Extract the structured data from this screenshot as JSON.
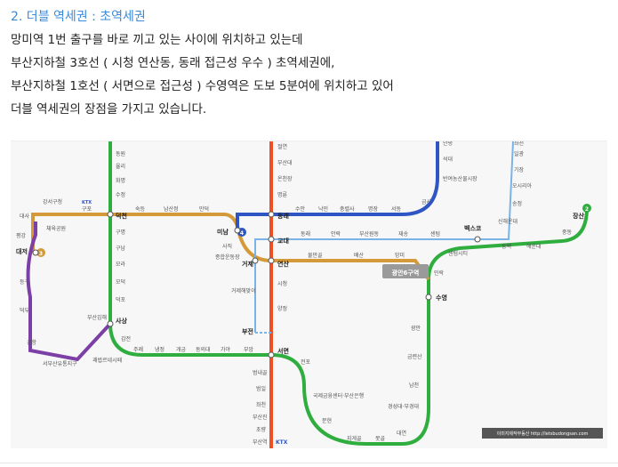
{
  "article": {
    "heading": "2. 더블 역세권 : 초역세권",
    "lines": [
      "망미역 1번 출구를 바로 끼고 있는 사이에 위치하고 있는데",
      "부산지하철 3호선 ( 시청 연산동, 동래 접근성 우수 ) 초역세권에,",
      "부산지하철 1호선 ( 서면으로 접근성 ) 수영역은 도보 5분여에 위치하고 있어",
      "더블 역세권의 장점을 가지고 있습니다."
    ]
  },
  "map": {
    "highlight_station": "광안6구역",
    "credit": "이미지제작부동산 http://letsbudongsan.com",
    "brand": "KTX",
    "colors": {
      "line1": "#f04e23",
      "line2": "#2fae3f",
      "line3": "#d49a3a",
      "line4": "#2f55c4",
      "gimhae": "#7b3fa6",
      "donghae": "#7ab3e6",
      "heading": "#3a8ad8"
    },
    "line_badges": [
      "3",
      "4",
      "2"
    ],
    "stations": [
      {
        "id": "s1",
        "label": "절연"
      },
      {
        "id": "s2",
        "label": "부산대"
      },
      {
        "id": "s3",
        "label": "온천장"
      },
      {
        "id": "s4",
        "label": "명륜"
      },
      {
        "id": "s5",
        "label": "동래"
      },
      {
        "id": "s6",
        "label": "교대"
      },
      {
        "id": "s7",
        "label": "연산"
      },
      {
        "id": "s8",
        "label": "시청"
      },
      {
        "id": "s9",
        "label": "양정"
      },
      {
        "id": "s10",
        "label": "부전"
      },
      {
        "id": "s11",
        "label": "서면"
      },
      {
        "id": "s12",
        "label": "범내골"
      },
      {
        "id": "s13",
        "label": "범일"
      },
      {
        "id": "s14",
        "label": "좌천"
      },
      {
        "id": "s15",
        "label": "부산진"
      },
      {
        "id": "s16",
        "label": "초량"
      },
      {
        "id": "s17",
        "label": "부산역"
      },
      {
        "id": "s18",
        "label": "동원"
      },
      {
        "id": "s19",
        "label": "율리"
      },
      {
        "id": "s20",
        "label": "화명"
      },
      {
        "id": "s21",
        "label": "수정"
      },
      {
        "id": "s22",
        "label": "덕천"
      },
      {
        "id": "s23",
        "label": "구명"
      },
      {
        "id": "s24",
        "label": "구남"
      },
      {
        "id": "s25",
        "label": "모라"
      },
      {
        "id": "s26",
        "label": "모덕"
      },
      {
        "id": "s27",
        "label": "덕포"
      },
      {
        "id": "s28",
        "label": "사상"
      },
      {
        "id": "s29",
        "label": "감전"
      },
      {
        "id": "s30",
        "label": "주례"
      },
      {
        "id": "s31",
        "label": "냉정"
      },
      {
        "id": "s32",
        "label": "개금"
      },
      {
        "id": "s33",
        "label": "동의대"
      },
      {
        "id": "s34",
        "label": "가야"
      },
      {
        "id": "s35",
        "label": "부암"
      },
      {
        "id": "s36",
        "label": "전포"
      },
      {
        "id": "s37",
        "label": "국제금융센터·부산은행"
      },
      {
        "id": "s38",
        "label": "문현"
      },
      {
        "id": "s39",
        "label": "지게골"
      },
      {
        "id": "s40",
        "label": "못골"
      },
      {
        "id": "s41",
        "label": "대연"
      },
      {
        "id": "s42",
        "label": "경성대·부경대"
      },
      {
        "id": "s43",
        "label": "남천"
      },
      {
        "id": "s44",
        "label": "금련산"
      },
      {
        "id": "s45",
        "label": "광안"
      },
      {
        "id": "s46",
        "label": "수영"
      },
      {
        "id": "s47",
        "label": "민락"
      },
      {
        "id": "s48",
        "label": "센텀시티"
      },
      {
        "id": "s49",
        "label": "벡스코"
      },
      {
        "id": "s50",
        "label": "동백"
      },
      {
        "id": "s51",
        "label": "해운대"
      },
      {
        "id": "s52",
        "label": "중동"
      },
      {
        "id": "s53",
        "label": "장산"
      },
      {
        "id": "s54",
        "label": "숙등"
      },
      {
        "id": "s55",
        "label": "남산정"
      },
      {
        "id": "s56",
        "label": "만덕"
      },
      {
        "id": "s57",
        "label": "미남"
      },
      {
        "id": "s58",
        "label": "사직"
      },
      {
        "id": "s59",
        "label": "종합운동장"
      },
      {
        "id": "s60",
        "label": "거제"
      },
      {
        "id": "s61",
        "label": "물만골"
      },
      {
        "id": "s62",
        "label": "배산"
      },
      {
        "id": "s63",
        "label": "망미"
      },
      {
        "id": "s64",
        "label": "수안"
      },
      {
        "id": "s65",
        "label": "낙민"
      },
      {
        "id": "s66",
        "label": "충렬사"
      },
      {
        "id": "s67",
        "label": "명장"
      },
      {
        "id": "s68",
        "label": "서동"
      },
      {
        "id": "s69",
        "label": "금사"
      },
      {
        "id": "s70",
        "label": "석대"
      },
      {
        "id": "s71",
        "label": "반여농산물시장"
      },
      {
        "id": "s72",
        "label": "안평"
      },
      {
        "id": "s73",
        "label": "동래"
      },
      {
        "id": "s74",
        "label": "안락"
      },
      {
        "id": "s75",
        "label": "부산원동"
      },
      {
        "id": "s76",
        "label": "재송"
      },
      {
        "id": "s77",
        "label": "센텀"
      },
      {
        "id": "s78",
        "label": "신해운대"
      },
      {
        "id": "s79",
        "label": "송정"
      },
      {
        "id": "s80",
        "label": "오시리아"
      },
      {
        "id": "s81",
        "label": "기장"
      },
      {
        "id": "s82",
        "label": "일광"
      },
      {
        "id": "s83",
        "label": "좌천"
      },
      {
        "id": "s84",
        "label": "거제해맞이"
      },
      {
        "id": "s85",
        "label": "강서구청"
      },
      {
        "id": "s86",
        "label": "구포"
      },
      {
        "id": "s87",
        "label": "체육공원"
      },
      {
        "id": "s88",
        "label": "대저"
      },
      {
        "id": "s89",
        "label": "대사"
      },
      {
        "id": "s90",
        "label": "평강"
      },
      {
        "id": "s91",
        "label": "등구"
      },
      {
        "id": "s92",
        "label": "덕두"
      },
      {
        "id": "s93",
        "label": "공항"
      },
      {
        "id": "s94",
        "label": "서부산유통지구"
      },
      {
        "id": "s95",
        "label": "괘법르네시떼"
      },
      {
        "id": "s96",
        "label": "부산김해"
      }
    ]
  }
}
